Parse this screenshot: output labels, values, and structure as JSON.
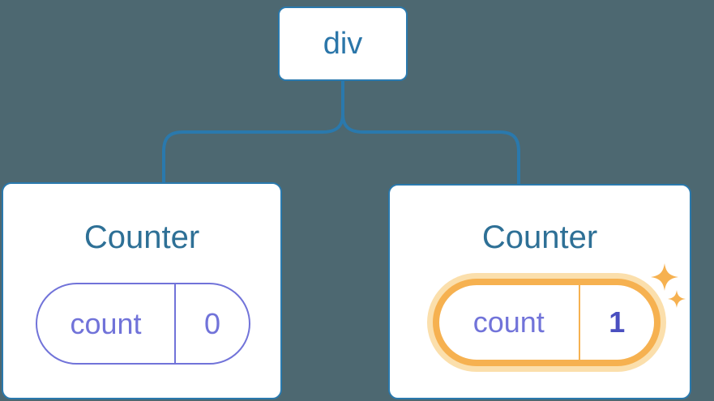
{
  "colors": {
    "background": "#4D6871",
    "node_border_blue": "#2A79AD",
    "connector_blue": "#2A79AD",
    "node_text_blue": "#2B76A9",
    "title_teal_blue": "#2E7096",
    "state_purple": "#7173D9",
    "state_value_bold_purple": "#4A4FC0",
    "highlight_orange": "#F6B150",
    "highlight_halo": "#FBDFAC",
    "card_background": "#FFFFFF"
  },
  "icons": {
    "highlight_badge": "sparkles-icon"
  },
  "tree": {
    "root": {
      "label": "div"
    },
    "children": [
      {
        "title": "Counter",
        "state": {
          "key": "count",
          "value": "0"
        },
        "highlighted": false
      },
      {
        "title": "Counter",
        "state": {
          "key": "count",
          "value": "1"
        },
        "highlighted": true
      }
    ]
  }
}
